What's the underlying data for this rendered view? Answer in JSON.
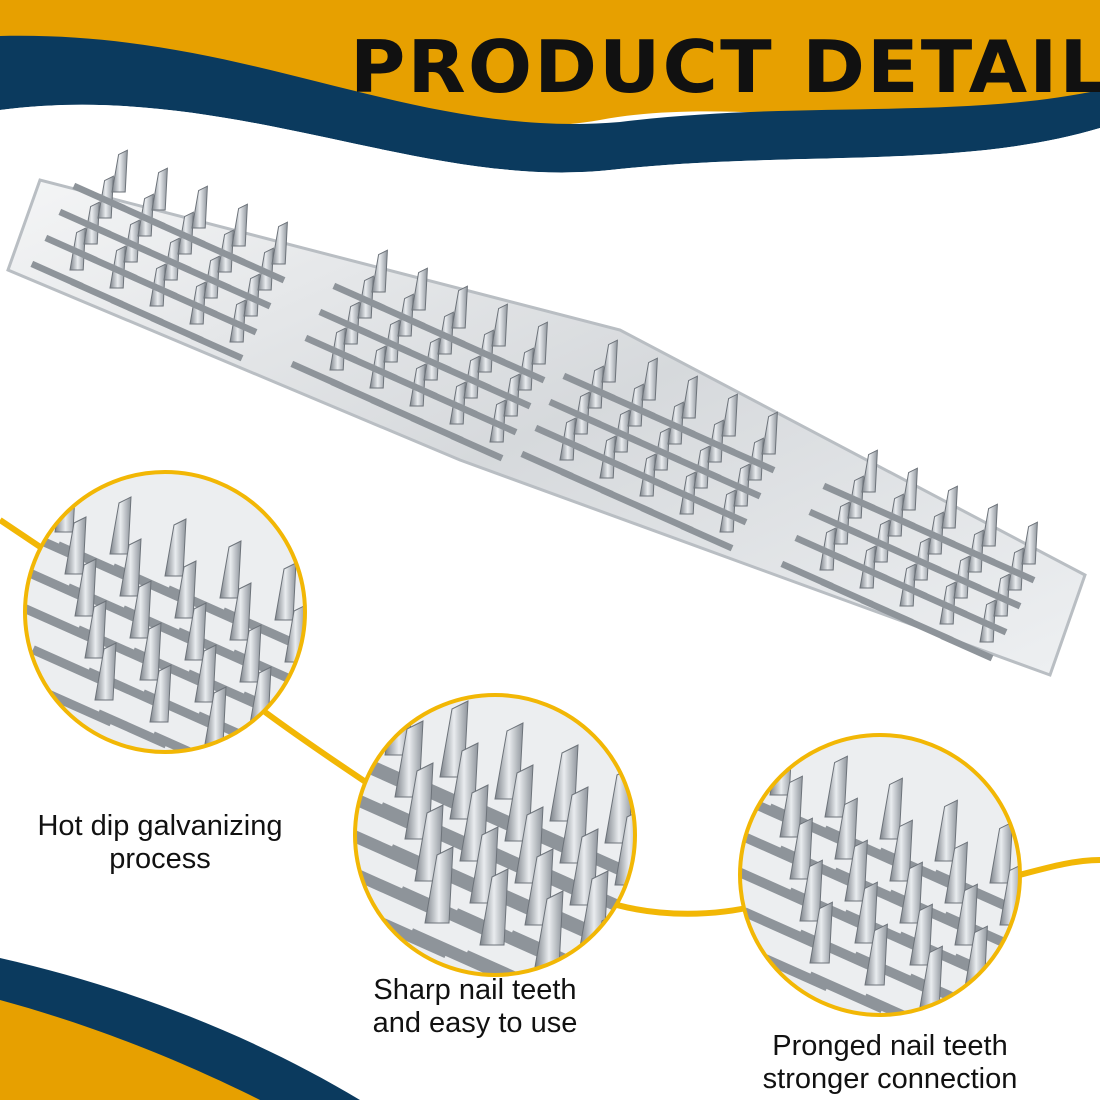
{
  "title": "PRODUCT DETAILS",
  "colors": {
    "accent": "#E7A000",
    "navy": "#0B3A5E",
    "background": "#FFFFFF",
    "text": "#111111",
    "metal": "#C9CDD2"
  },
  "product": {
    "image": "galvanized-truss-nail-plate"
  },
  "features": [
    {
      "line1": "Hot dip galvanizing",
      "line2": "process"
    },
    {
      "line1": "Sharp nail teeth",
      "line2": "and easy to use"
    },
    {
      "line1": "Pronged nail teeth",
      "line2": "stronger connection"
    }
  ]
}
